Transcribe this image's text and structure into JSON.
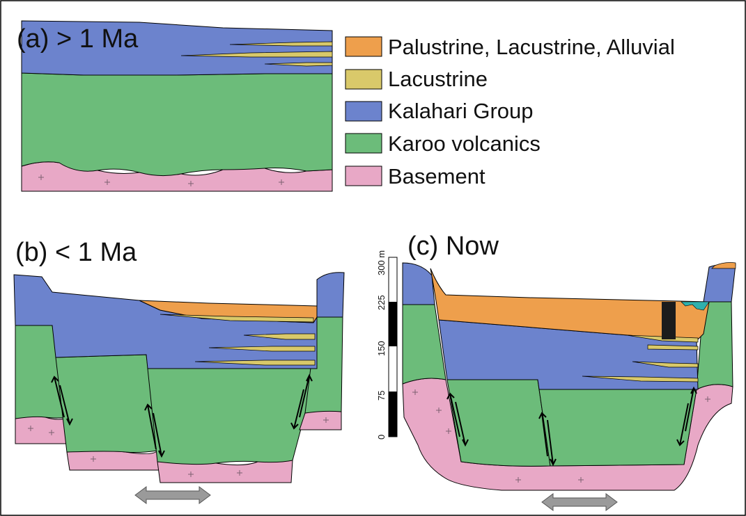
{
  "colors": {
    "palustrine": "#ee9f4c",
    "lacustrine": "#d9c96a",
    "kalahari": "#6c83cd",
    "karoo": "#6cbc7a",
    "basement": "#e8a8c6",
    "border": "#000000",
    "borehole": "#1c1c1c",
    "channel": "#2fb0ad",
    "arrow": "#9a9a9a"
  },
  "legend": {
    "items": [
      {
        "label": "Palustrine, Lacustrine, Alluvial",
        "color": "#ee9f4c"
      },
      {
        "label": "Lacustrine",
        "color": "#d9c96a"
      },
      {
        "label": "Kalahari Group",
        "color": "#6c83cd"
      },
      {
        "label": "Karoo volcanics",
        "color": "#6cbc7a"
      },
      {
        "label": "Basement",
        "color": "#e8a8c6"
      }
    ]
  },
  "panels": {
    "a": {
      "label": "(a) > 1 Ma"
    },
    "b": {
      "label": "(b) < 1 Ma"
    },
    "c": {
      "label": "(c) Now"
    }
  },
  "scale_bar": {
    "unit": "m",
    "ticks": [
      "0",
      "75",
      "150",
      "225",
      "300 m"
    ]
  },
  "icons": {
    "extension_arrow": "double-headed-arrow-icon",
    "fault_slip": "fault-slip-arrows-icon",
    "basement_marks": "cross-marks-icon"
  }
}
